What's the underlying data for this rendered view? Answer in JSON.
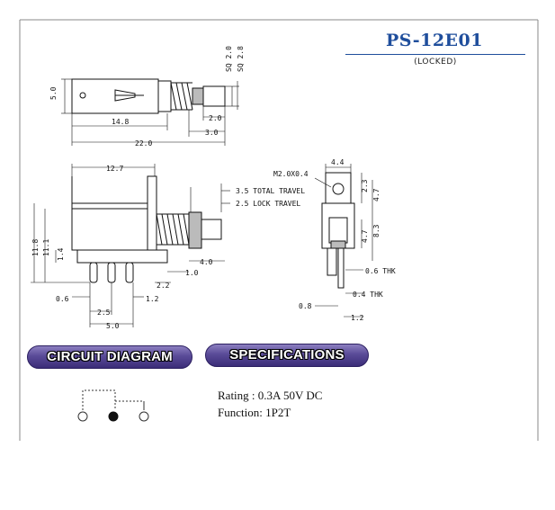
{
  "header": {
    "model": "PS-12E01",
    "variant": "(LOCKED)"
  },
  "top_view": {
    "dims": {
      "height": "5.0",
      "sq_a": "SQ 2.0",
      "sq_b": "SQ 2.8",
      "body_len": "14.8",
      "stem_2": "2.0",
      "stem_3": "3.0",
      "total_len": "22.0"
    }
  },
  "side_view": {
    "dims": {
      "width": "12.7",
      "total_travel": "3.5 TOTAL TRAVEL",
      "lock_travel": "2.5 LOCK TRAVEL",
      "height_a": "11.8",
      "height_b": "11.1",
      "pin_len": "1.4",
      "stem_len": "4.0",
      "offset": "1.0",
      "pin_pitch": "2.2",
      "pin_w": "0.6",
      "pin_2": "1.2",
      "spacing": "2.5",
      "span": "5.0"
    }
  },
  "end_view": {
    "dims": {
      "width": "4.4",
      "screw": "M2.0X0.4",
      "d1": "2.3",
      "d2": "4.7",
      "d3": "4.7",
      "d4": "8.3",
      "thk1": "0.6 THK",
      "thk2": "0.4 THK",
      "w1": "0.8",
      "w2": "1.2"
    }
  },
  "sections": {
    "circuit": "CIRCUIT DIAGRAM",
    "specs": "SPECIFICATIONS"
  },
  "specifications": {
    "rating": "Rating : 0.3A 50V DC",
    "function": "Function: 1P2T"
  },
  "colors": {
    "title": "#1f4e9c",
    "pill": "#4a3c8a",
    "border": "#777777"
  }
}
